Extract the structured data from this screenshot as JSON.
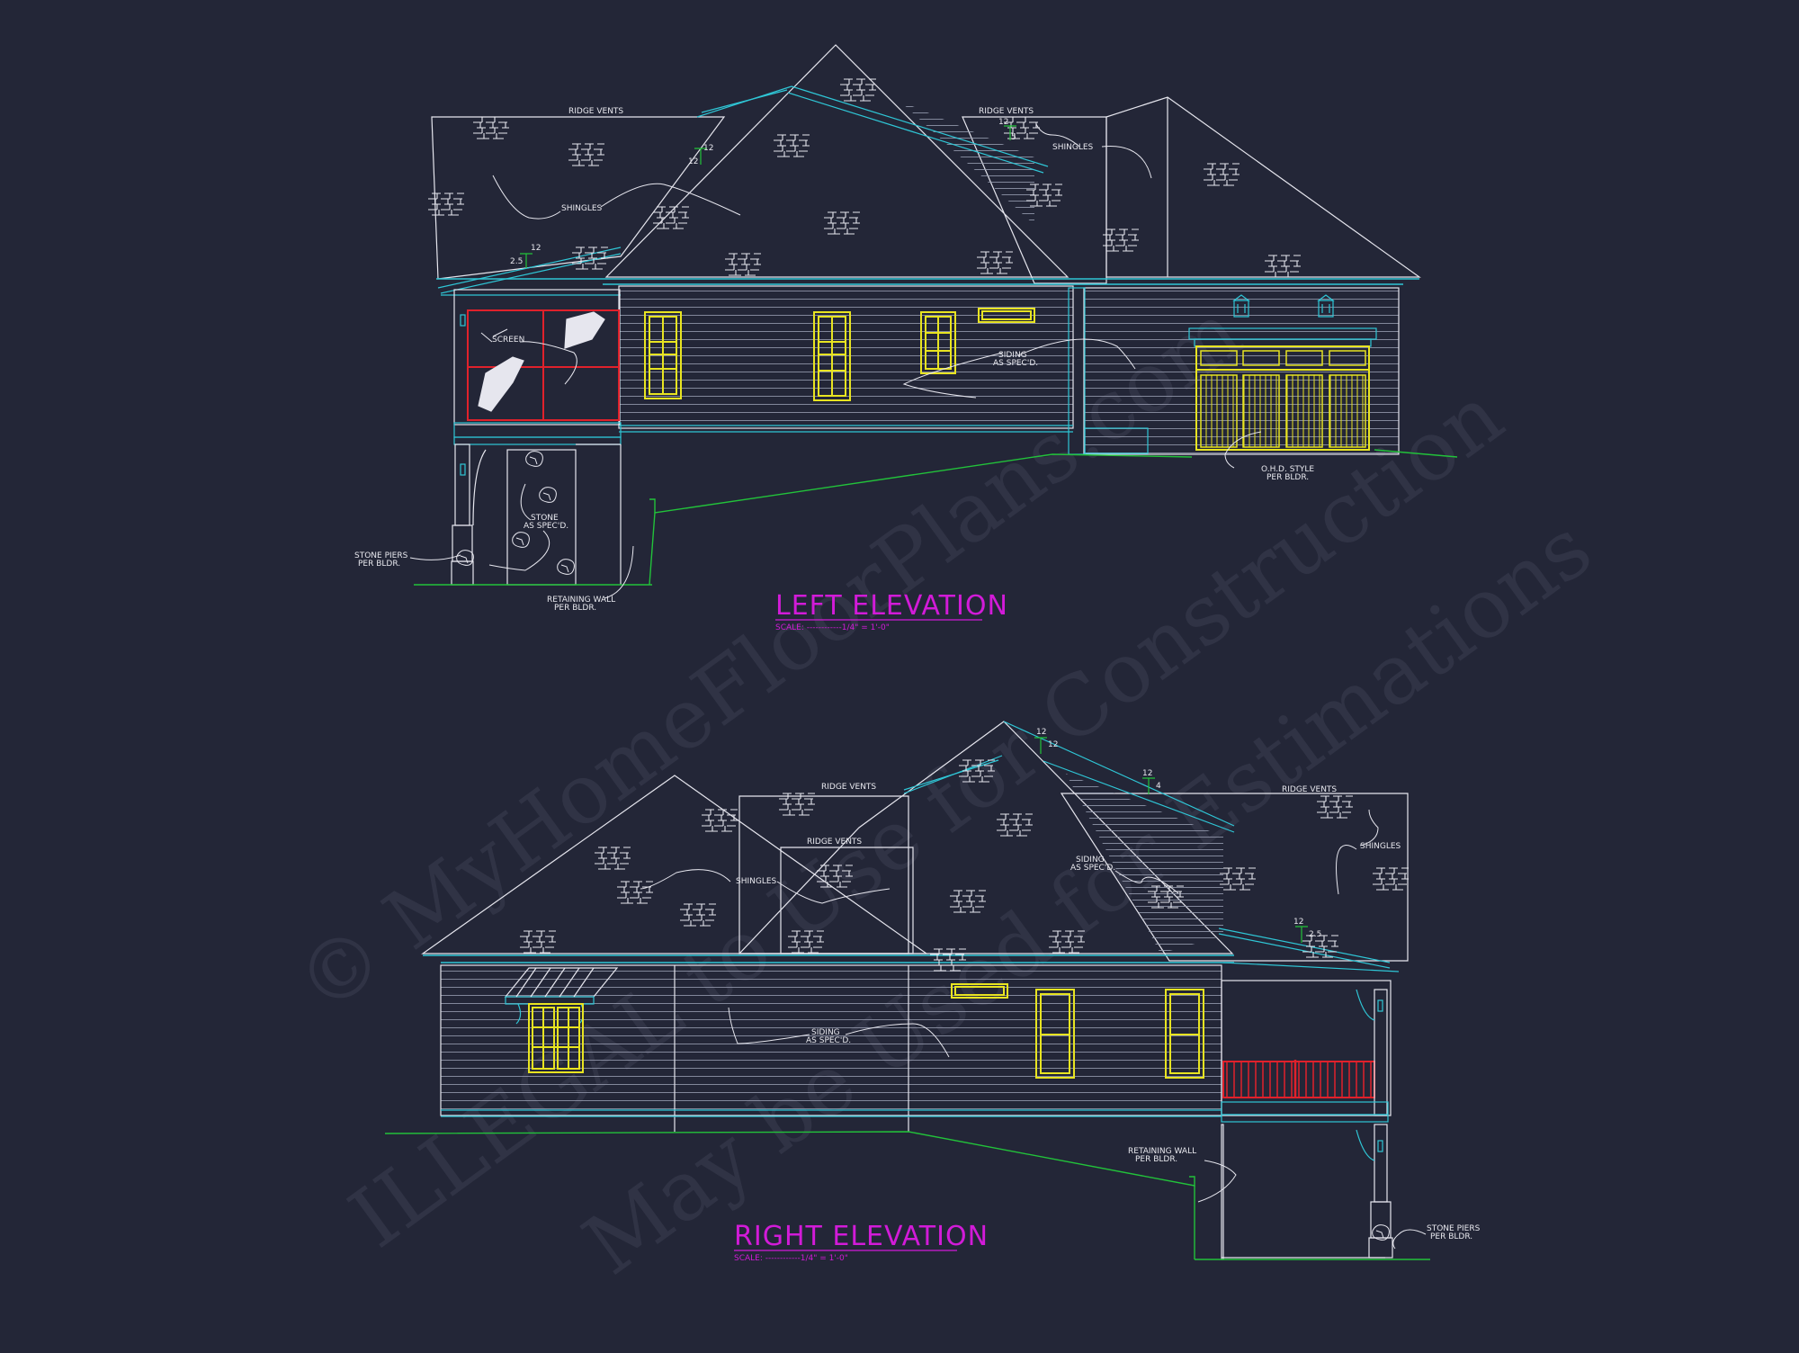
{
  "watermark": {
    "line1": "© MyHomeFloorPlans.com",
    "line2": "ILLEGAL to Use for Construction",
    "line3": "May be Used for Estimations"
  },
  "left_elevation": {
    "title": "LEFT ELEVATION",
    "scale": "SCALE: ------------1/4\" = 1'-0\"",
    "notes": {
      "ridge_vents_1": "RIDGE VENTS",
      "ridge_vents_2": "RIDGE VENTS",
      "shingles_1": "SHINGLES",
      "shingles_2": "SHINGLES",
      "screen": "SCREEN",
      "siding_1": "SIDING",
      "siding_2": "AS SPEC'D.",
      "stone_1": "STONE",
      "stone_2": "AS SPEC'D.",
      "piers_1": "STONE PIERS",
      "piers_2": "PER BLDR.",
      "wall_1": "RETAINING WALL",
      "wall_2": "PER BLDR.",
      "door_1": "O.H.D. STYLE",
      "door_2": "PER BLDR."
    },
    "pitches": {
      "p1_run": "12",
      "p1_rise": "12",
      "p2_run": "12",
      "p2_rise": "5",
      "p3_run": "12",
      "p3_rise": "2.5"
    }
  },
  "right_elevation": {
    "title": "RIGHT ELEVATION",
    "scale": "SCALE: ------------1/4\" = 1'-0\"",
    "notes": {
      "ridge_vents_1": "RIDGE VENTS",
      "ridge_vents_2": "RIDGE VENTS",
      "ridge_vents_3": "RIDGE VENTS",
      "shingles_1": "SHINGLES",
      "shingles_2": "SHINGLES",
      "siding_a1": "SIDING",
      "siding_a2": "AS SPEC'D.",
      "siding_b1": "SIDING",
      "siding_b2": "AS SPEC'D.",
      "wall_1": "RETAINING WALL",
      "wall_2": "PER BLDR.",
      "piers_1": "STONE PIERS",
      "piers_2": "PER BLDR."
    },
    "pitches": {
      "p1_run": "12",
      "p1_rise": "12",
      "p2_run": "12",
      "p2_rise": "4",
      "p3_run": "12",
      "p3_rise": "2.5"
    }
  },
  "colors": {
    "background": "#232637",
    "line": "#e6e6ee",
    "trim": "#2fc6d6",
    "window": "#e8e421",
    "ground": "#22c23a",
    "railing": "#e0212b",
    "title": "#d21bd8"
  }
}
